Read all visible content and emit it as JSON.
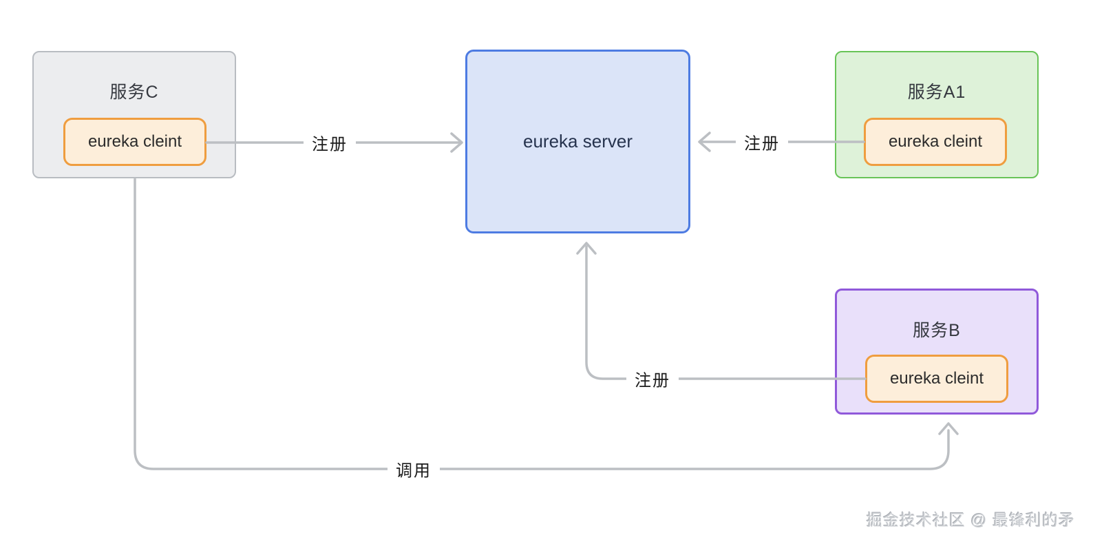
{
  "diagram": {
    "nodes": {
      "service_c": {
        "title": "服务C",
        "client": "eureka cleint"
      },
      "server": {
        "label": "eureka server"
      },
      "service_a1": {
        "title": "服务A1",
        "client": "eureka cleint"
      },
      "service_b": {
        "title": "服务B",
        "client": "eureka cleint"
      }
    },
    "edges": {
      "c_to_server": {
        "label": "注册"
      },
      "a1_to_server": {
        "label": "注册"
      },
      "b_to_server": {
        "label": "注册"
      },
      "c_to_b": {
        "label": "调用"
      }
    },
    "watermark": "掘金技术社区 @ 最锋利的矛",
    "colors": {
      "connector_line": "#bcbfc3",
      "server_fill": "#dbe4f8",
      "server_border": "#4d7be2",
      "service_c_fill": "#ecedef",
      "service_c_border": "#b8bcc1",
      "service_a1_fill": "#def2d9",
      "service_a1_border": "#68c457",
      "service_b_fill": "#e9e0fa",
      "service_b_border": "#9059da",
      "client_fill": "#fdeeda",
      "client_border": "#ef9d3f"
    }
  }
}
